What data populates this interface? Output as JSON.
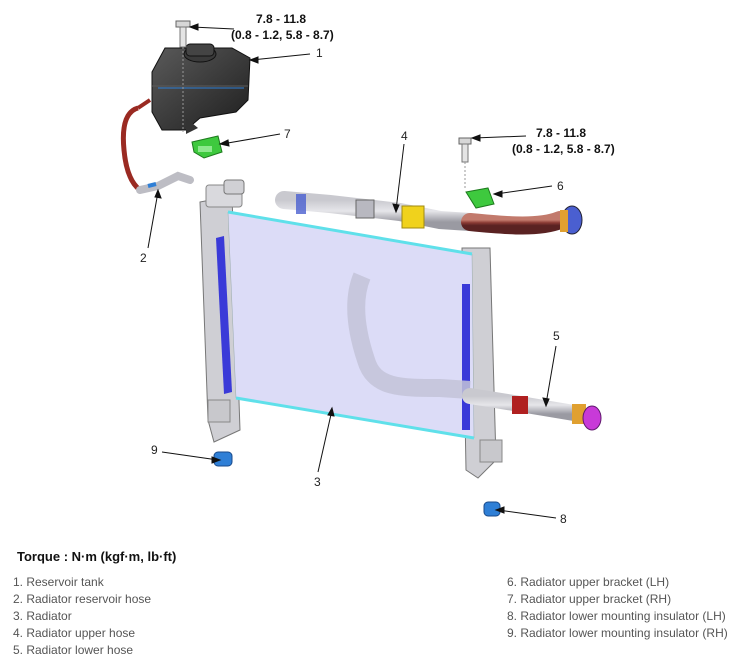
{
  "torque_specs": [
    {
      "value": "7.8 - 11.8",
      "units": "(0.8 - 1.2, 5.8 - 8.7)"
    },
    {
      "value": "7.8 - 11.8",
      "units": "(0.8 - 1.2, 5.8 - 8.7)"
    }
  ],
  "callouts": [
    "1",
    "2",
    "3",
    "4",
    "5",
    "6",
    "7",
    "8",
    "9"
  ],
  "torque_heading": "Torque : N·m (kgf·m, lb·ft)",
  "legend": {
    "left": [
      "1. Reservoir tank",
      "2. Radiator reservoir hose",
      "3. Radiator",
      "4. Radiator upper hose",
      "5. Radiator lower hose"
    ],
    "right": [
      "6. Radiator upper bracket (LH)",
      "7. Radiator upper bracket (RH)",
      "8. Radiator lower mounting insulator (LH)",
      "9. Radiator lower mounting insulator (RH)"
    ]
  },
  "colors": {
    "radiator_core": "#dcdcf7",
    "radiator_edge": "#5fe0ea",
    "radiator_tank": "#3a3ad8",
    "bracket_green": "#3ec93e",
    "insulator_blue": "#2f7fd6",
    "clamp_yellow": "#f0d21c",
    "clamp_red": "#b02020",
    "hose_brown": "#8a3a34",
    "lower_fitting_magenta": "#c83ad8",
    "upper_fitting_blue": "#4a5fd0",
    "reservoir_body": "#2e2e2e",
    "reservoir_hose": "#9a2a22"
  }
}
